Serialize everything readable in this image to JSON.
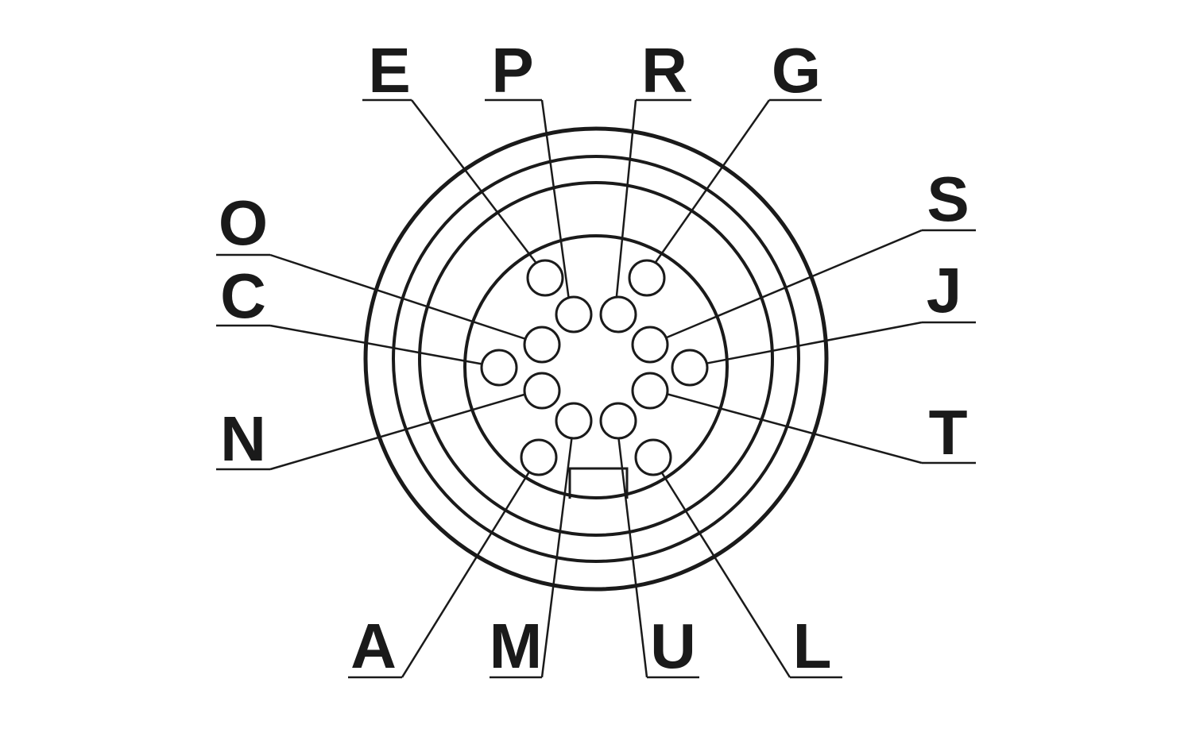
{
  "pins": [
    {
      "id": "E",
      "label": "E"
    },
    {
      "id": "P",
      "label": "P"
    },
    {
      "id": "R",
      "label": "R"
    },
    {
      "id": "G",
      "label": "G"
    },
    {
      "id": "S",
      "label": "S"
    },
    {
      "id": "J",
      "label": "J"
    },
    {
      "id": "T",
      "label": "T"
    },
    {
      "id": "L",
      "label": "L"
    },
    {
      "id": "U",
      "label": "U"
    },
    {
      "id": "M",
      "label": "M"
    },
    {
      "id": "A",
      "label": "A"
    },
    {
      "id": "N",
      "label": "N"
    },
    {
      "id": "C",
      "label": "C"
    },
    {
      "id": "O",
      "label": "O"
    }
  ],
  "colors": {
    "stroke": "#1a1a1a",
    "background": "#ffffff"
  }
}
